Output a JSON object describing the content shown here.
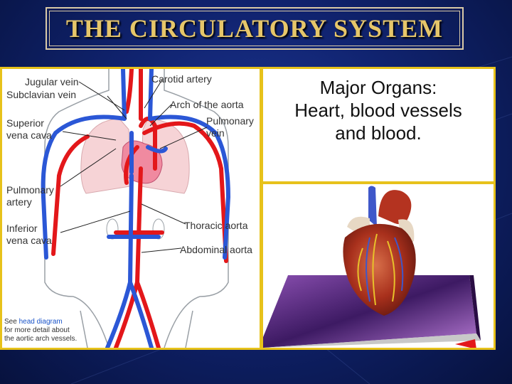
{
  "slide": {
    "title": "THE CIRCULATORY SYSTEM"
  },
  "diagram": {
    "labels": {
      "jugular_vein": "Jugular vein",
      "subclavian_vein": "Subclavian vein",
      "superior_vena_cava_1": "Superior",
      "superior_vena_cava_2": "vena cava",
      "pulmonary_artery_1": "Pulmonary",
      "pulmonary_artery_2": "artery",
      "inferior_vena_cava_1": "Inferior",
      "inferior_vena_cava_2": "vena cava",
      "carotid_artery": "Carotid artery",
      "arch_of_aorta": "Arch of the aorta",
      "pulmonary_vein_1": "Pulmonary",
      "pulmonary_vein_2": "vein",
      "thoracic_aorta": "Thoracic aorta",
      "abdominal_aorta": "Abdominal aorta"
    },
    "note": {
      "see": "See ",
      "link": "head diagram",
      "line2": "for more detail about",
      "line3": "the aortic arch vessels."
    },
    "colors": {
      "artery": "#e3171a",
      "vein": "#2b57d6",
      "lung": "#f6d3d6",
      "body_outline": "#9aa0a6"
    }
  },
  "organs": {
    "heading": "Major Organs:",
    "line1": "Heart, blood vessels",
    "line2": "and blood."
  },
  "colors": {
    "frame": "#e7c21b",
    "title": "#e6c66a",
    "background": "#10236f"
  }
}
